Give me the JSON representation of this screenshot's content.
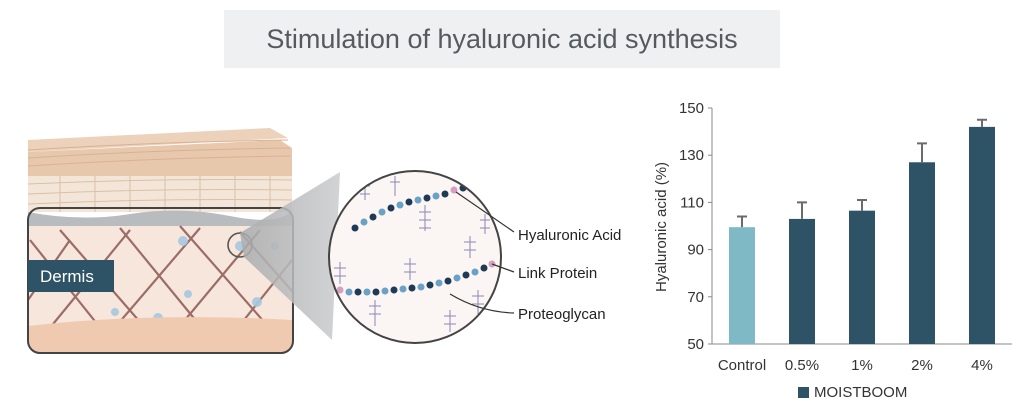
{
  "title": "Stimulation of hyaluronic acid synthesis",
  "illustration": {
    "dermis_label": "Dermis",
    "callouts": [
      "Hyaluronic Acid",
      "Link Protein",
      "Proteoglycan"
    ]
  },
  "chart_data": {
    "type": "bar",
    "title": "",
    "xlabel": "",
    "ylabel": "Hyaluronic acid (%)",
    "ylim": [
      50,
      150
    ],
    "yticks": [
      50,
      70,
      90,
      110,
      130,
      150
    ],
    "categories": [
      "Control",
      "0.5%",
      "1%",
      "2%",
      "4%"
    ],
    "values": [
      99.5,
      103,
      106.5,
      127,
      142
    ],
    "errors": [
      4.5,
      7,
      4.5,
      8,
      3
    ],
    "bar_colors": [
      "#7fb9c5",
      "#2f5366",
      "#2f5366",
      "#2f5366",
      "#2f5366"
    ],
    "legend": [
      {
        "label": "MOISTBOOM",
        "color": "#2f5366"
      }
    ],
    "legend_position": "bottom"
  }
}
